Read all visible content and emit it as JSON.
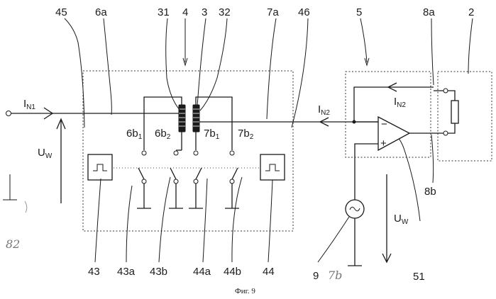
{
  "figure": {
    "caption": "Фиг. 9"
  },
  "reference_numerals": {
    "n45": "45",
    "n6a": "6a",
    "n31": "31",
    "n4": "4",
    "n3": "3",
    "n32": "32",
    "n7a": "7a",
    "n46": "46",
    "n5": "5",
    "n8a": "8a",
    "n2": "2",
    "n8b": "8b",
    "n43": "43",
    "n43a": "43a",
    "n43b": "43b",
    "n44a": "44a",
    "n44b": "44b",
    "n44": "44",
    "n9": "9",
    "n7b_hand": "7b",
    "n51": "51"
  },
  "signal_labels": {
    "in1_main": "I",
    "in1_sub": "N1",
    "in2_main": "I",
    "in2_sub": "N2",
    "in2b_main": "I",
    "in2b_sub": "N2",
    "uw_left_main": "U",
    "uw_left_sub": "W",
    "uw_right_main": "U",
    "uw_right_sub": "W",
    "minus": "−",
    "plus": "+"
  },
  "switch_labels": {
    "s6b1_main": "6b",
    "s6b1_sub": "1",
    "s6b2_main": "6b",
    "s6b2_sub": "2",
    "s7b1_main": "7b",
    "s7b1_sub": "1",
    "s7b2_main": "7b",
    "s7b2_sub": "2"
  },
  "margin_marks": {
    "mark_a": "82"
  }
}
